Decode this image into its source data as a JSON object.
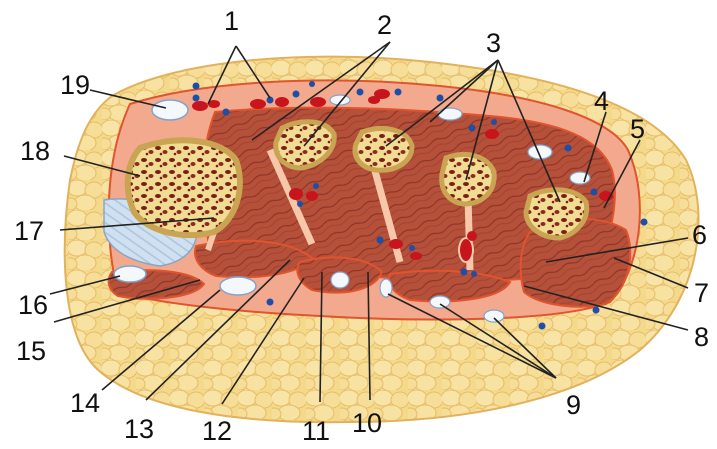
{
  "diagram": {
    "labels": [
      "1",
      "2",
      "3",
      "4",
      "5",
      "6",
      "7",
      "8",
      "9",
      "10",
      "11",
      "12",
      "13",
      "14",
      "15",
      "16",
      "17",
      "18",
      "19"
    ]
  },
  "colors": {
    "fat": "#f4d98a",
    "fat_edge": "#e2b25a",
    "fascia": "#f3a98d",
    "fascia_edge": "#e0542e",
    "muscle": "#b5503a",
    "muscle_dark": "#8e3526",
    "bone": "#f1dc94",
    "bone_edge": "#c9a452",
    "marrow": "#7a1f18",
    "artery": "#c8141c",
    "vein": "#1d4fa8",
    "nerve": "#f4f8fc",
    "tendon": "#c9dcef",
    "label_line": "#222222"
  }
}
